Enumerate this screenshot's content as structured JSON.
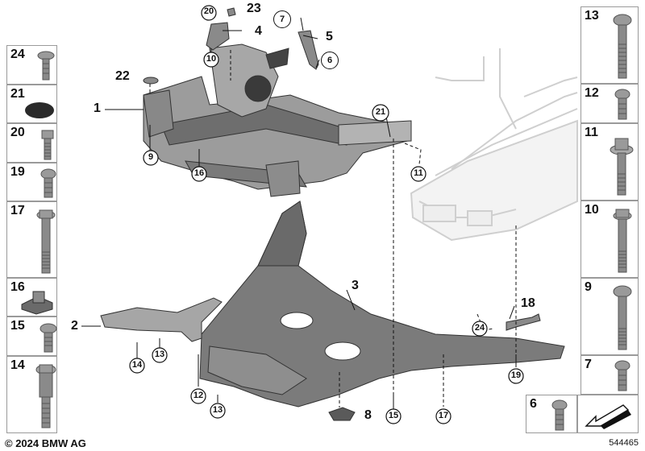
{
  "left_panels": [
    {
      "number": "24",
      "part": "clip-icon"
    },
    {
      "number": "21",
      "part": "sealing-plug-icon"
    },
    {
      "number": "20",
      "part": "short-bolt-icon"
    },
    {
      "number": "19",
      "part": "collar-bolt-icon"
    },
    {
      "number": "17",
      "part": "long-hex-bolt-icon"
    },
    {
      "number": "16",
      "part": "cage-nut-icon"
    },
    {
      "number": "15",
      "part": "short-flange-bolt-icon"
    },
    {
      "number": "14",
      "part": "stepped-bolt-icon"
    }
  ],
  "right_panels": [
    {
      "number": "13",
      "part": "torx-long-bolt-icon"
    },
    {
      "number": "12",
      "part": "small-bolt-icon"
    },
    {
      "number": "11",
      "part": "hex-bolt-washer-icon"
    },
    {
      "number": "10",
      "part": "long-hex-bolt-icon"
    },
    {
      "number": "9",
      "part": "long-flange-bolt-icon"
    },
    {
      "number": "7",
      "part": "short-bolt-icon"
    }
  ],
  "bottom_panel": {
    "number": "6",
    "part": "small-bolt-icon"
  },
  "callouts": {
    "c1": "1",
    "c2": "2",
    "c3": "3",
    "c4": "4",
    "c5": "5",
    "c6": "6",
    "c7": "7",
    "c8": "8",
    "c9": "9",
    "c10": "10",
    "c11": "11",
    "c12": "12",
    "c13a": "13",
    "c13b": "13",
    "c14": "14",
    "c15": "15",
    "c16": "16",
    "c17": "17",
    "c18": "18",
    "c19": "19",
    "c20": "20",
    "c21": "21",
    "c22": "22",
    "c23": "23",
    "c24": "24"
  },
  "footer": {
    "copyright": "© 2024 BMW AG",
    "diagram_id": "544465"
  },
  "colors": {
    "part_dark": "#5a5a5a",
    "part_mid": "#8a8a8a",
    "part_light": "#bdbdbd",
    "ghost": "#d4d4d4",
    "border": "#9a9a9a"
  }
}
